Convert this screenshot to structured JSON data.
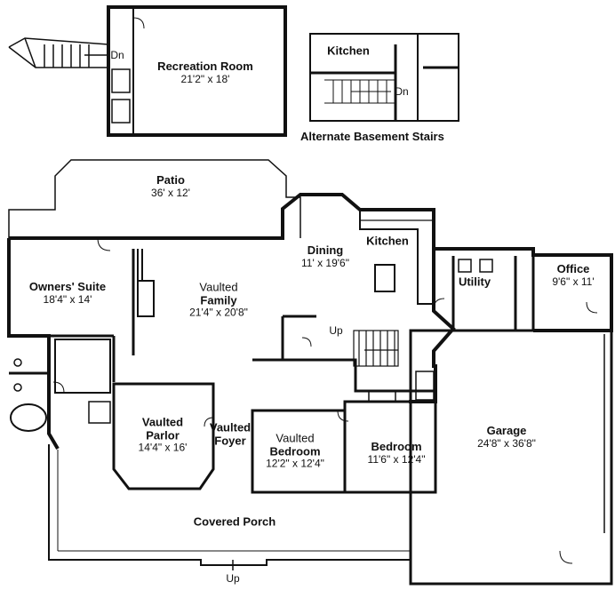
{
  "rooms": {
    "recreation": {
      "name": "Recreation Room",
      "dims": "21'2\" x 18'"
    },
    "patio": {
      "name": "Patio",
      "dims": "36' x 12'"
    },
    "dining": {
      "name": "Dining",
      "dims": "11' x 19'6\""
    },
    "kitchen": {
      "name": "Kitchen"
    },
    "alt_kitchen": {
      "name": "Kitchen"
    },
    "owners_suite": {
      "name": "Owners' Suite",
      "dims": "18'4\" x 14'"
    },
    "family": {
      "line1": "Vaulted",
      "line2": "Family",
      "dims": "21'4\" x 20'8\""
    },
    "utility": {
      "name": "Utility"
    },
    "office": {
      "name": "Office",
      "dims": "9'6\" x 11'"
    },
    "parlor": {
      "line1": "Vaulted",
      "line2": "Parlor",
      "dims": "14'4\" x 16'"
    },
    "foyer": {
      "line1": "Vaulted",
      "line2": "Foyer"
    },
    "bedroom2": {
      "line1": "Vaulted",
      "line2": "Bedroom",
      "dims": "12'2\" x 12'4\""
    },
    "bedroom3": {
      "name": "Bedroom",
      "dims": "11'6\" x 12'4\""
    },
    "garage": {
      "name": "Garage",
      "dims": "24'8\" x 36'8\""
    },
    "porch": {
      "name": "Covered Porch"
    }
  },
  "stairs": {
    "dn_label": "Dn",
    "alt_dn_label": "Dn",
    "up_label": "Up",
    "porch_up_label": "Up"
  },
  "captions": {
    "alternate_stairs": "Alternate Basement Stairs"
  }
}
